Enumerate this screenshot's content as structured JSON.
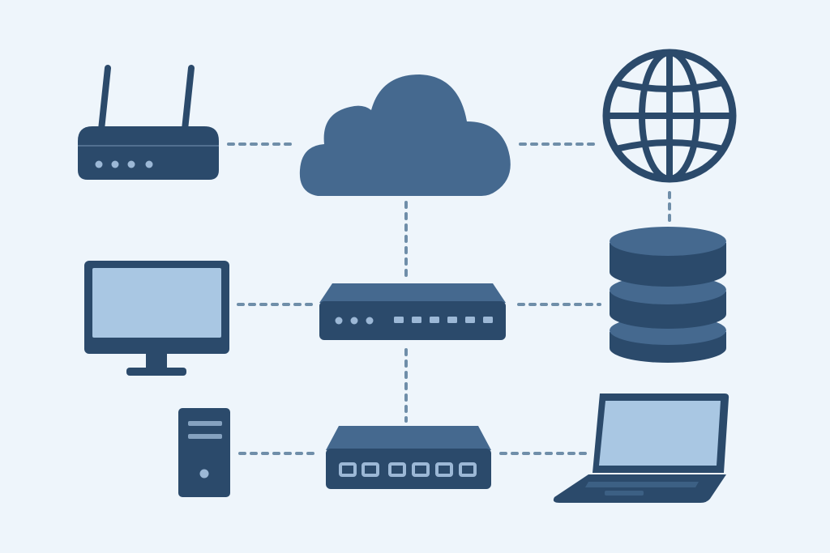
{
  "diagram": {
    "colors": {
      "background": "#eef5fb",
      "dark": "#2b4a6b",
      "mid": "#45698f",
      "screen": "#a9c7e3",
      "port": "#9cb8d6",
      "line": "#6f8ea9"
    },
    "nodes": [
      {
        "id": "router",
        "icon": "wifi-router-icon"
      },
      {
        "id": "cloud",
        "icon": "cloud-icon"
      },
      {
        "id": "globe",
        "icon": "globe-icon"
      },
      {
        "id": "monitor",
        "icon": "desktop-monitor-icon"
      },
      {
        "id": "switch",
        "icon": "network-switch-icon"
      },
      {
        "id": "database",
        "icon": "database-icon"
      },
      {
        "id": "tower",
        "icon": "pc-tower-icon"
      },
      {
        "id": "hub",
        "icon": "ethernet-hub-icon"
      },
      {
        "id": "laptop",
        "icon": "laptop-icon"
      }
    ],
    "links": [
      {
        "from": "router",
        "to": "cloud"
      },
      {
        "from": "cloud",
        "to": "globe"
      },
      {
        "from": "globe",
        "to": "database"
      },
      {
        "from": "cloud",
        "to": "switch"
      },
      {
        "from": "monitor",
        "to": "switch"
      },
      {
        "from": "switch",
        "to": "database"
      },
      {
        "from": "switch",
        "to": "hub"
      },
      {
        "from": "tower",
        "to": "hub"
      },
      {
        "from": "hub",
        "to": "laptop"
      }
    ]
  }
}
